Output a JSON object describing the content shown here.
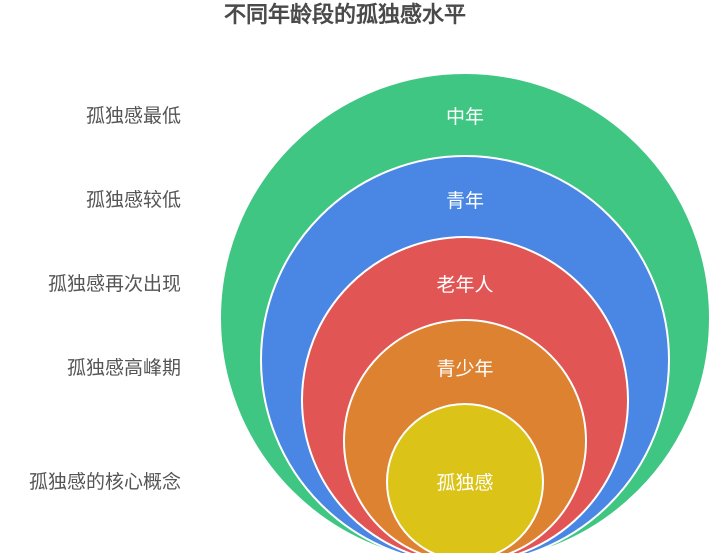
{
  "title": "不同年龄段的孤独感水平",
  "layers": [
    {
      "name": "中年",
      "description": "孤独感最低",
      "color": "#3fc682"
    },
    {
      "name": "青年",
      "description": "孤独感较低",
      "color": "#4a86e3"
    },
    {
      "name": "老年人",
      "description": "孤独感再次出现",
      "color": "#e25555"
    },
    {
      "name": "青少年",
      "description": "孤独感高峰期",
      "color": "#dd8230"
    },
    {
      "name": "孤独感",
      "description": "孤独感的核心概念",
      "color": "#dcc318"
    }
  ]
}
